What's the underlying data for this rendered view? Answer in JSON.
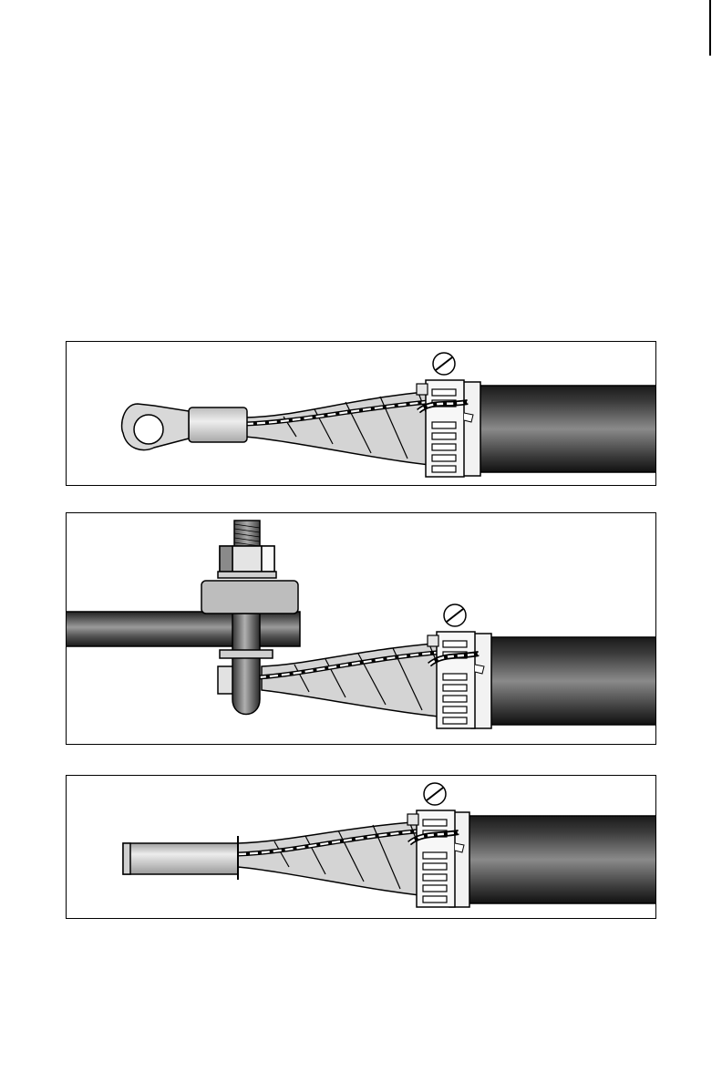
{
  "page": {
    "title": ""
  },
  "figures": [
    {
      "id": "ring-lug-termination",
      "icon": "ring-lug-icon"
    },
    {
      "id": "bolted-busbar-termination",
      "icon": "bolt-nut-icon"
    },
    {
      "id": "pin-connector-termination",
      "icon": "pin-connector-icon"
    }
  ],
  "colors": {
    "cable_dark": "#1a1a1a",
    "cable_light": "#7a7a7a",
    "tape_fill": "#d4d4d4",
    "metal_light": "#e2e2e2",
    "metal_mid": "#b5b5b5",
    "outline": "#000000"
  }
}
